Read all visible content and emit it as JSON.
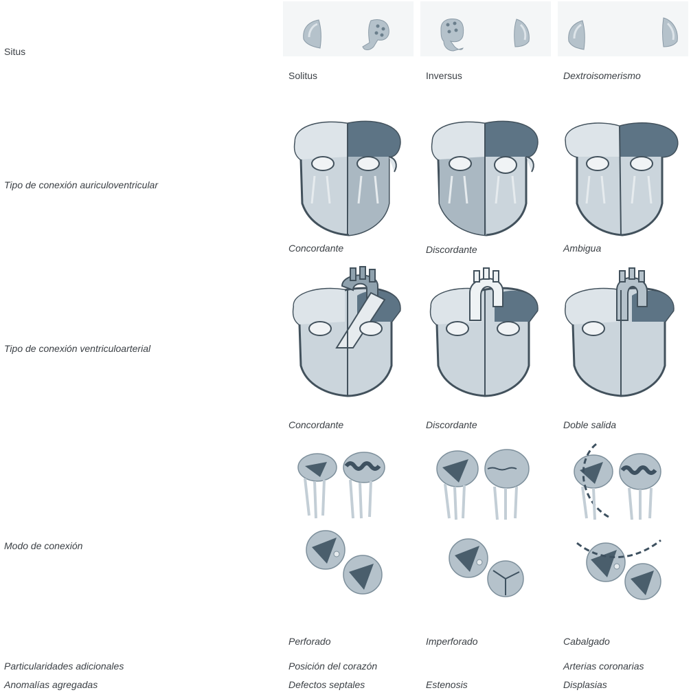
{
  "rows": {
    "situs": {
      "label": "Situs",
      "options": [
        "Solitus",
        "Inversus",
        "Dextroisomerismo"
      ]
    },
    "av_connection": {
      "label": "Tipo de conexión auriculoventricular",
      "options": [
        "Concordante",
        "Discordante",
        "Ambigua"
      ]
    },
    "va_connection": {
      "label": "Tipo de conexión ventriculoarterial",
      "options": [
        "Concordante",
        "Discordante",
        "Doble salida"
      ]
    },
    "connection_mode": {
      "label": "Modo de conexión",
      "options": [
        "Perforado",
        "Imperforado",
        "Cabalgado"
      ]
    },
    "additional": {
      "label": "Particularidades adicionales",
      "options": [
        "Posición del corazón",
        "",
        "Arterias coronarias"
      ]
    },
    "associated": {
      "label": "Anomalías agregadas",
      "options": [
        "Defectos septales",
        "Estenosis",
        "Displasias"
      ]
    }
  },
  "colors": {
    "text": "#3a3f44",
    "organ_fill": "#b9c6cf",
    "organ_dark": "#5d7485",
    "organ_light": "#dde4e9",
    "outline": "#42515c"
  }
}
